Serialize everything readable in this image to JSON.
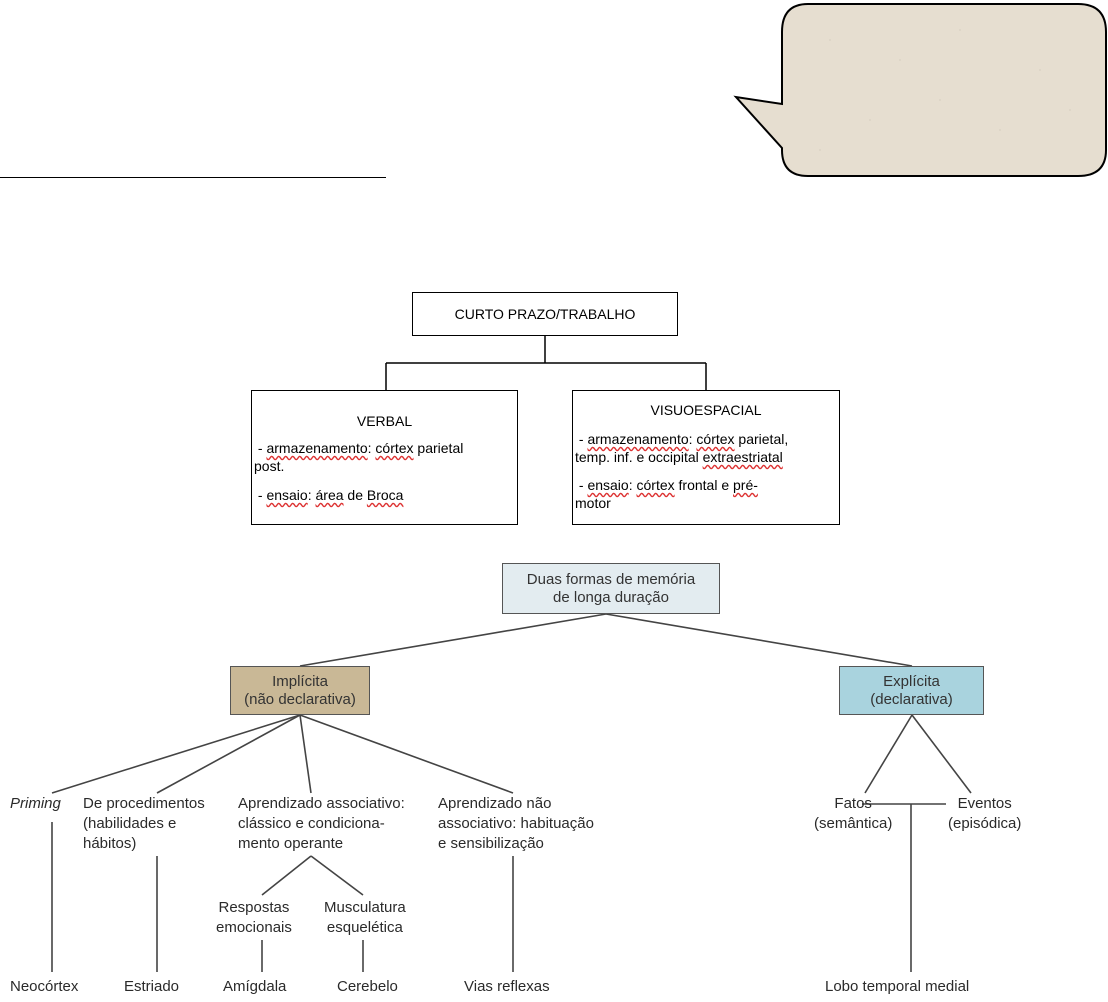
{
  "colors": {
    "implicit_fill": "#c9b896",
    "explicit_fill": "#a9d3de",
    "root_fill": "#e3ecf0",
    "callout_fill": "#e6ded0",
    "wavy_underline": "#dd3333"
  },
  "short_term": {
    "root": "CURTO PRAZO/TRABALHO",
    "verbal": {
      "title": "VERBAL",
      "store_label": "armazenamento",
      "store_sep": ": ",
      "store_word": "córtex",
      "store_rest": " parietal",
      "store_cont": "post.",
      "rehearsal_label": "ensaio",
      "rehearsal_sep": ": ",
      "rehearsal_word": "área",
      "rehearsal_mid": " de ",
      "rehearsal_word2": "Broca"
    },
    "visuo": {
      "title": "VISUOESPACIAL",
      "store_label": "armazenamento",
      "store_sep": ": ",
      "store_word": "córtex",
      "store_rest": " parietal,",
      "store_cont_a": "temp. inf. e occipital ",
      "store_cont_word": "extraestriatal",
      "rehearsal_label": "ensaio",
      "rehearsal_sep": ": ",
      "rehearsal_word": "córtex",
      "rehearsal_mid": " frontal e ",
      "rehearsal_word2": "pré-",
      "rehearsal_cont": "motor"
    }
  },
  "long_term": {
    "root_line1": "Duas formas de memória",
    "root_line2": "de longa duração",
    "implicit_line1": "Implícita",
    "implicit_line2": "(não declarativa)",
    "explicit_line1": "Explícita",
    "explicit_line2": "(declarativa)",
    "priming": "Priming",
    "procedural": [
      "De procedimentos",
      "(habilidades e",
      "hábitos)"
    ],
    "associative": [
      "Aprendizado associativo:",
      "clássico e condiciona-",
      "mento operante"
    ],
    "nonassociative": [
      "Aprendizado não",
      "associativo: habituação",
      "e sensibilização"
    ],
    "emotional": [
      "Respostas",
      "emocionais"
    ],
    "skeletal": [
      "Musculatura",
      "esquelética"
    ],
    "facts": [
      "Fatos",
      "(semântica)"
    ],
    "events": [
      "Eventos",
      "(episódica)"
    ],
    "leaves": {
      "neocortex": "Neocórtex",
      "striatum": "Estriado",
      "amygdala": "Amígdala",
      "cerebellum": "Cerebelo",
      "reflex": "Vias reflexas",
      "medial_temporal": "Lobo temporal medial"
    }
  }
}
